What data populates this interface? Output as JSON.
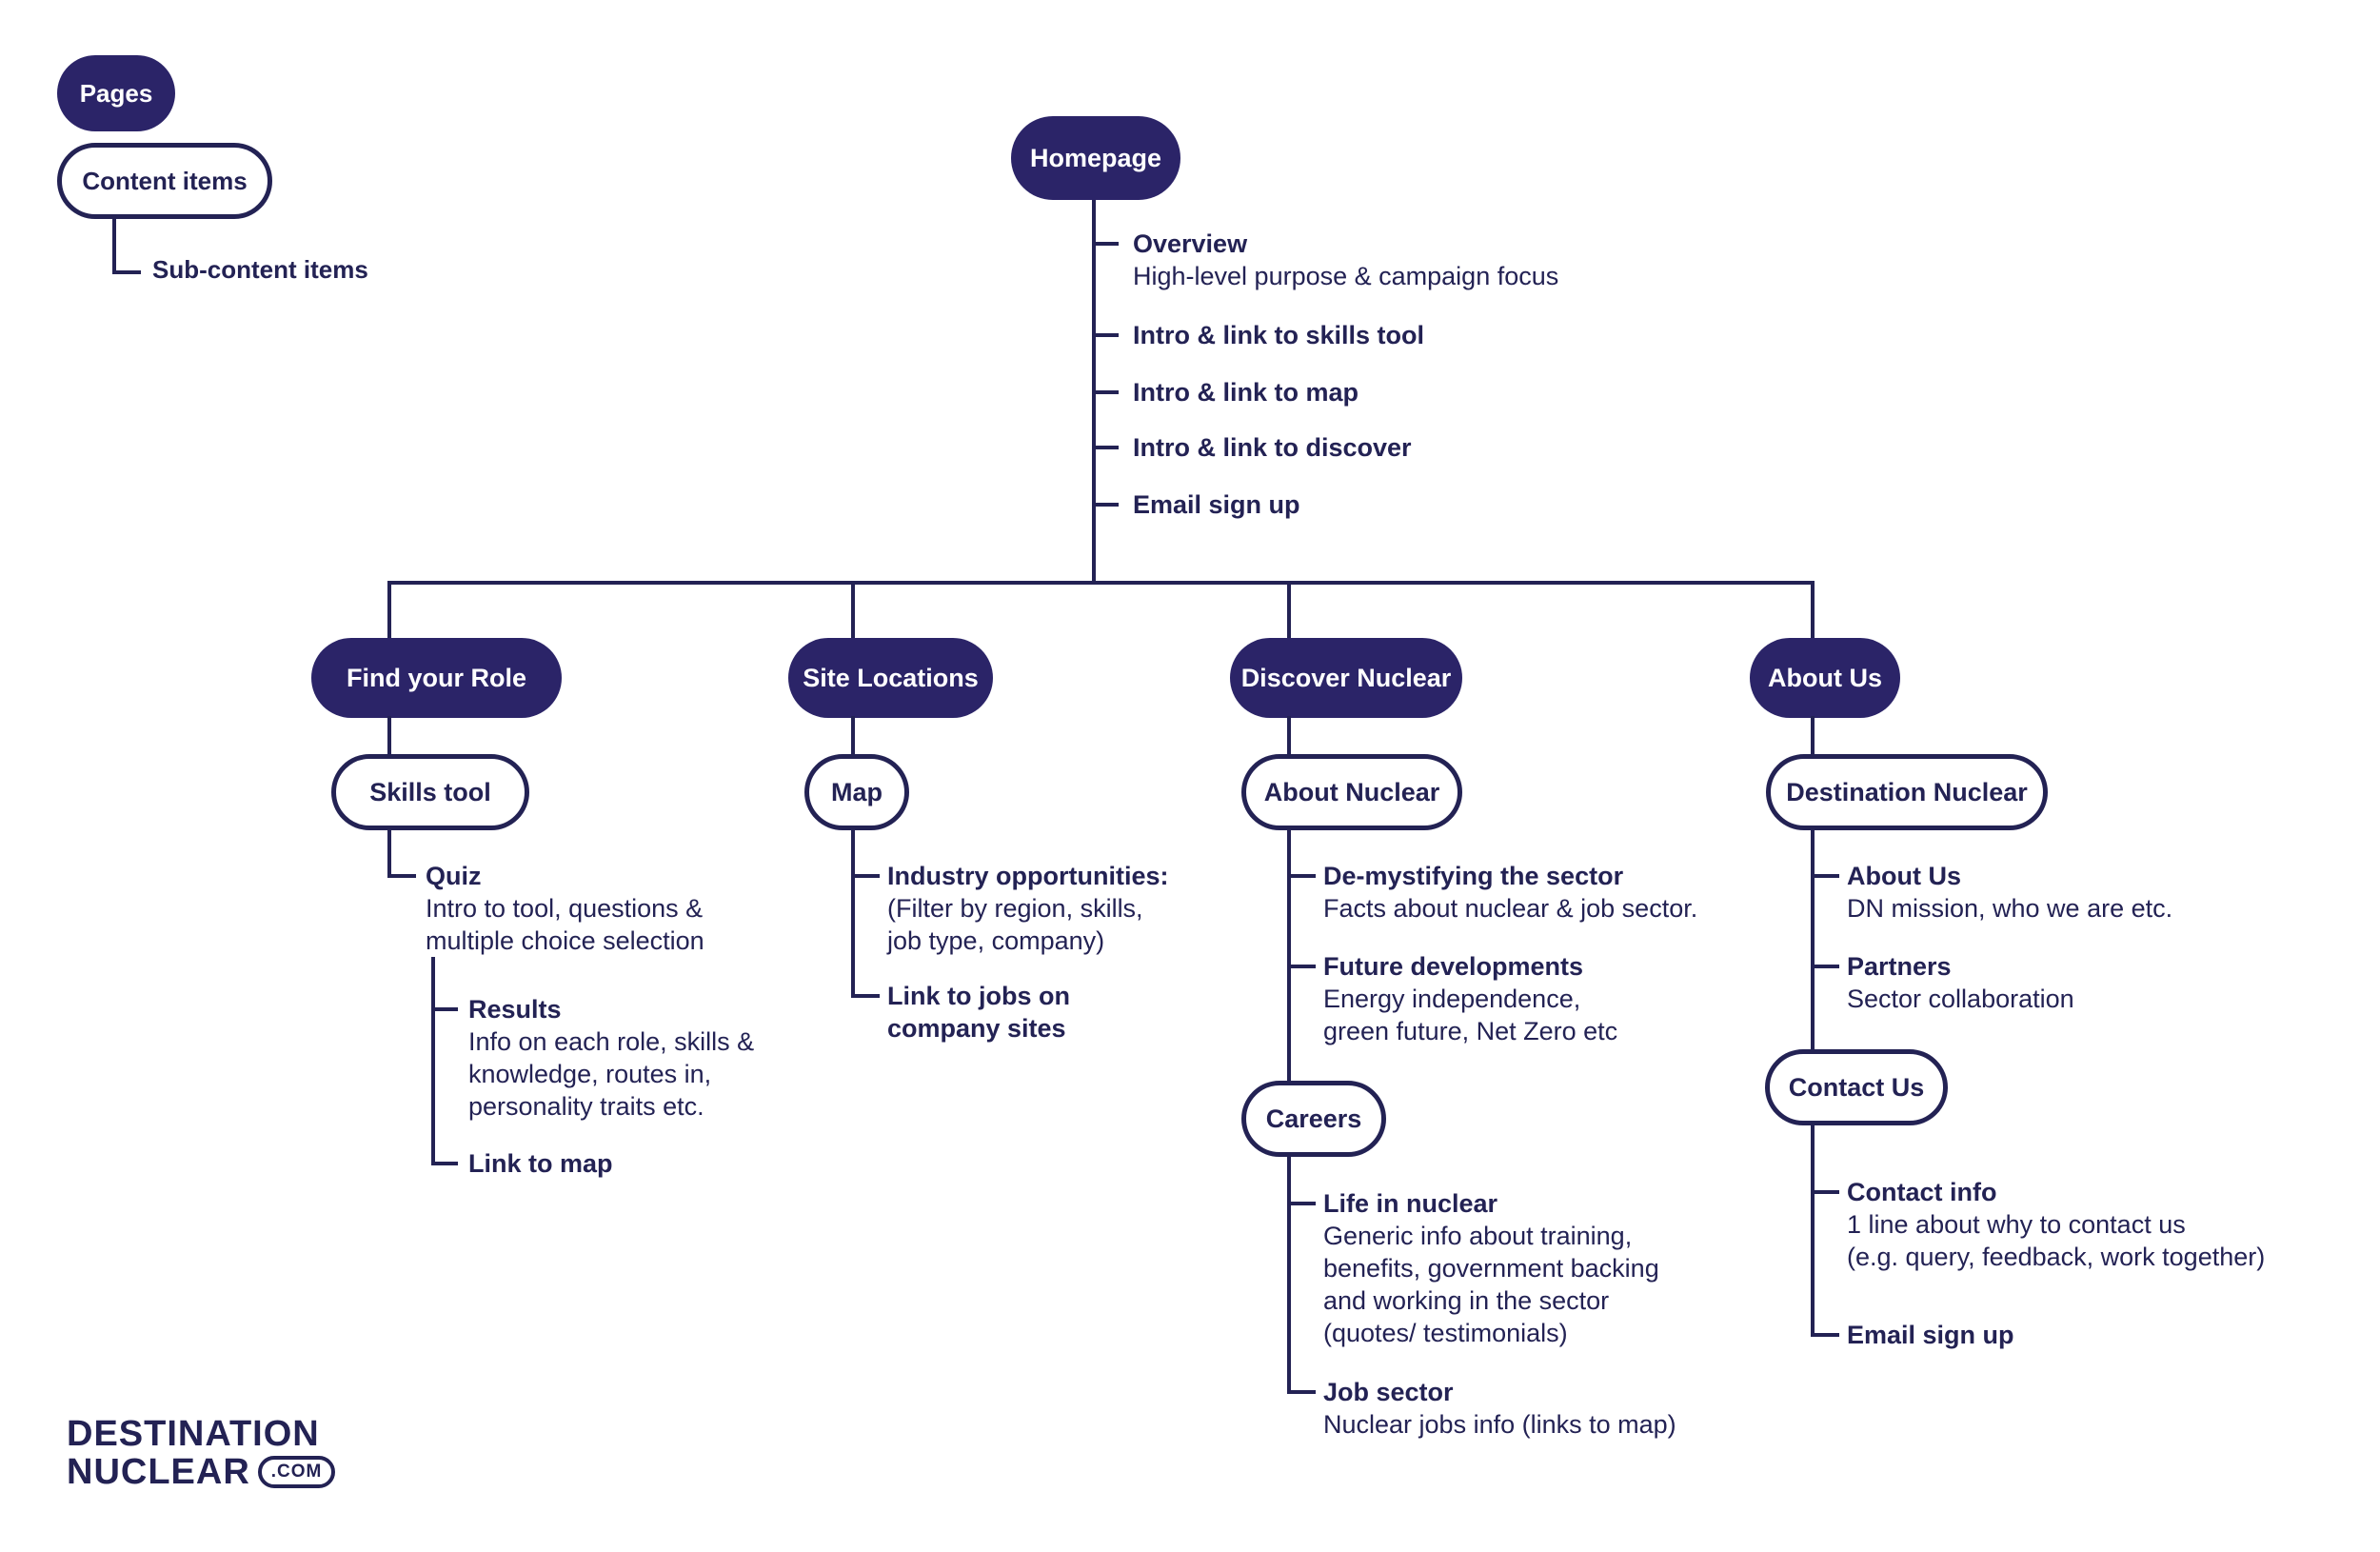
{
  "palette": {
    "ink": "#232254",
    "pill_fill": "#2b2468",
    "background": "#ffffff"
  },
  "legend": {
    "pages_label": "Pages",
    "content_items_label": "Content items",
    "sub_content_items_label": "Sub-content items"
  },
  "homepage": {
    "label": "Homepage",
    "items": [
      {
        "title": "Overview",
        "desc": "High-level purpose & campaign focus"
      },
      {
        "title": "Intro & link to skills tool",
        "desc": ""
      },
      {
        "title": "Intro & link to map",
        "desc": ""
      },
      {
        "title": "Intro & link to discover",
        "desc": ""
      },
      {
        "title": "Email sign up",
        "desc": ""
      }
    ]
  },
  "columns": [
    {
      "pill": "Find your Role",
      "sections": [
        {
          "pill": "Skills tool",
          "items": [
            {
              "title": "Quiz",
              "desc": "Intro to tool, questions &\nmultiple choice selection"
            },
            {
              "title": "Results",
              "desc": "Info on each role, skills &\nknowledge, routes in,\npersonality traits etc."
            },
            {
              "title": "Link to map",
              "desc": ""
            }
          ]
        }
      ]
    },
    {
      "pill": "Site Locations",
      "sections": [
        {
          "pill": "Map",
          "items": [
            {
              "title": "Industry opportunities:",
              "desc": "(Filter by region, skills,\njob type, company)"
            },
            {
              "title": "Link to jobs on\ncompany sites",
              "desc": ""
            }
          ]
        }
      ]
    },
    {
      "pill": "Discover Nuclear",
      "sections": [
        {
          "pill": "About Nuclear",
          "items": [
            {
              "title": "De-mystifying the sector",
              "desc": "Facts about nuclear & job sector."
            },
            {
              "title": "Future developments",
              "desc": "Energy independence,\ngreen future, Net Zero etc"
            }
          ]
        },
        {
          "pill": "Careers",
          "items": [
            {
              "title": "Life in nuclear",
              "desc": "Generic info about training,\nbenefits, government backing\nand working in the sector\n(quotes/ testimonials)"
            },
            {
              "title": "Job sector",
              "desc": "Nuclear jobs info (links to map)"
            }
          ]
        }
      ]
    },
    {
      "pill": "About Us",
      "sections": [
        {
          "pill": "Destination Nuclear",
          "items": [
            {
              "title": "About Us",
              "desc": "DN mission, who we are etc."
            },
            {
              "title": "Partners",
              "desc": "Sector collaboration"
            }
          ]
        },
        {
          "pill": "Contact Us",
          "items": [
            {
              "title": "Contact info",
              "desc": "1 line about why to contact us\n(e.g. query, feedback, work together)"
            },
            {
              "title": "Email sign up",
              "desc": ""
            }
          ]
        }
      ]
    }
  ],
  "logo": {
    "line1": "DESTINATION",
    "line2": "NUCLEAR",
    "tld": ".COM"
  }
}
